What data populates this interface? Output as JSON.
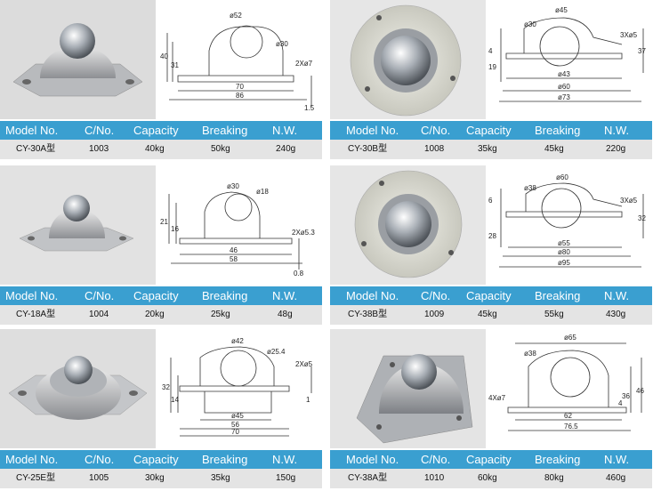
{
  "headers": {
    "model": "Model No.",
    "cno": "C/No.",
    "capacity": "Capacity",
    "breaking": "Breaking",
    "nw": "N.W."
  },
  "products": [
    {
      "model": "CY-30A型",
      "cno": "1003",
      "capacity": "40kg",
      "breaking": "50kg",
      "nw": "240g",
      "dims": {
        "top": "ø52",
        "ball": "ø30",
        "h1": "40",
        "h2": "31",
        "holes": "2Xø7",
        "w1": "70",
        "w2": "86",
        "t": "1.5"
      }
    },
    {
      "model": "CY-30B型",
      "cno": "1008",
      "capacity": "35kg",
      "breaking": "45kg",
      "nw": "220g",
      "dims": {
        "top": "ø45",
        "ball": "ø30",
        "h1": "19",
        "h2": "4",
        "holes": "3Xø5",
        "h3": "37",
        "d1": "ø43",
        "d2": "ø60",
        "d3": "ø73"
      }
    },
    {
      "model": "CY-18A型",
      "cno": "1004",
      "capacity": "20kg",
      "breaking": "25kg",
      "nw": "48g",
      "dims": {
        "top": "ø30",
        "ball": "ø18",
        "h1": "21",
        "h2": "16",
        "holes": "2Xø5.3",
        "w1": "46",
        "w2": "58",
        "t": "0.8"
      }
    },
    {
      "model": "CY-38B型",
      "cno": "1009",
      "capacity": "45kg",
      "breaking": "55kg",
      "nw": "430g",
      "dims": {
        "top": "ø60",
        "ball": "ø38",
        "h1": "28",
        "h2": "6",
        "holes": "3Xø5",
        "h3": "32",
        "d1": "ø55",
        "d2": "ø80",
        "d3": "ø95"
      }
    },
    {
      "model": "CY-25E型",
      "cno": "1005",
      "capacity": "30kg",
      "breaking": "35kg",
      "nw": "150g",
      "dims": {
        "top": "ø42",
        "ball": "ø25.4",
        "h1": "32",
        "h2": "14",
        "holes": "2Xø5",
        "w0": "ø45",
        "w1": "56",
        "w2": "70",
        "t": "1"
      }
    },
    {
      "model": "CY-38A型",
      "cno": "1010",
      "capacity": "60kg",
      "breaking": "80kg",
      "nw": "460g",
      "dims": {
        "top": "ø65",
        "ball": "ø38",
        "holes": "4Xø7",
        "h1": "36",
        "h2": "46",
        "h3": "4",
        "w1": "62",
        "w2": "76.5"
      }
    }
  ]
}
